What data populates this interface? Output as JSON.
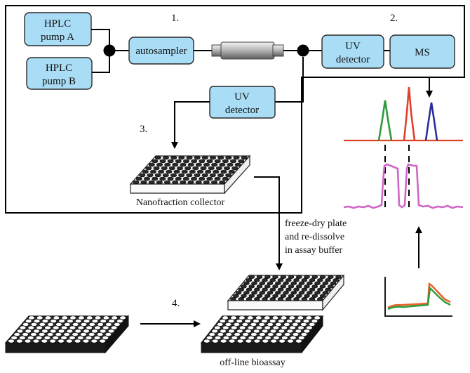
{
  "steps": {
    "s1": "1.",
    "s2": "2.",
    "s3": "3.",
    "s4": "4."
  },
  "boxes": {
    "pump_a": [
      "HPLC",
      "pump A"
    ],
    "pump_b": [
      "HPLC",
      "pump B"
    ],
    "autosampler": "autosampler",
    "uv_top": [
      "UV",
      "detector"
    ],
    "ms": "MS",
    "uv_mid": [
      "UV",
      "detector"
    ]
  },
  "labels": {
    "collector": "Nanofraction collector",
    "transfer": [
      "freeze-dry plate",
      "and re-dissolve",
      "in assay buffer"
    ],
    "bioassay": "off-line bioassay"
  },
  "colors": {
    "box_fill": "#a9dcf5",
    "trace_green": "#2e9a3a",
    "trace_red": "#e0412a",
    "trace_blue": "#2b2f9a",
    "trace_magenta": "#d066c8",
    "baseline_orange": "#e8642a"
  },
  "icons": {
    "column": "hplc-column-icon",
    "plate": "microplate-icon",
    "chromatogram": "ms-chromatogram-icon",
    "bioassay_trace": "bioassay-curve-icon"
  }
}
